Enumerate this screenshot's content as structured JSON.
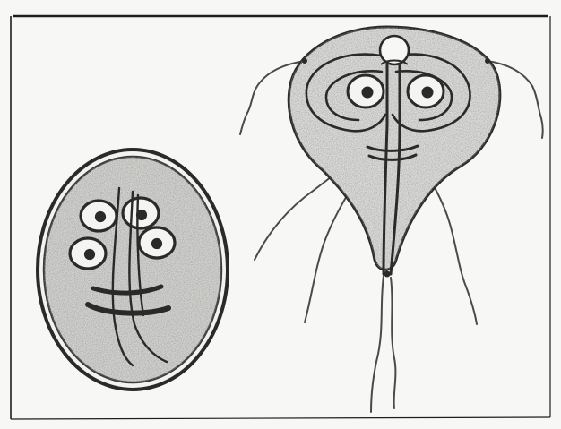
{
  "figure": {
    "subjects": [
      "giardia-cyst",
      "giardia-trophozoite"
    ],
    "style": "pencil line drawing on white",
    "colors": {
      "ink": "#2a2a2a",
      "stipple": "#8a8a8a",
      "cytoplasm": "#d9d9d6",
      "paper": "#f7f7f5",
      "frame": "#1e1e1e"
    }
  }
}
